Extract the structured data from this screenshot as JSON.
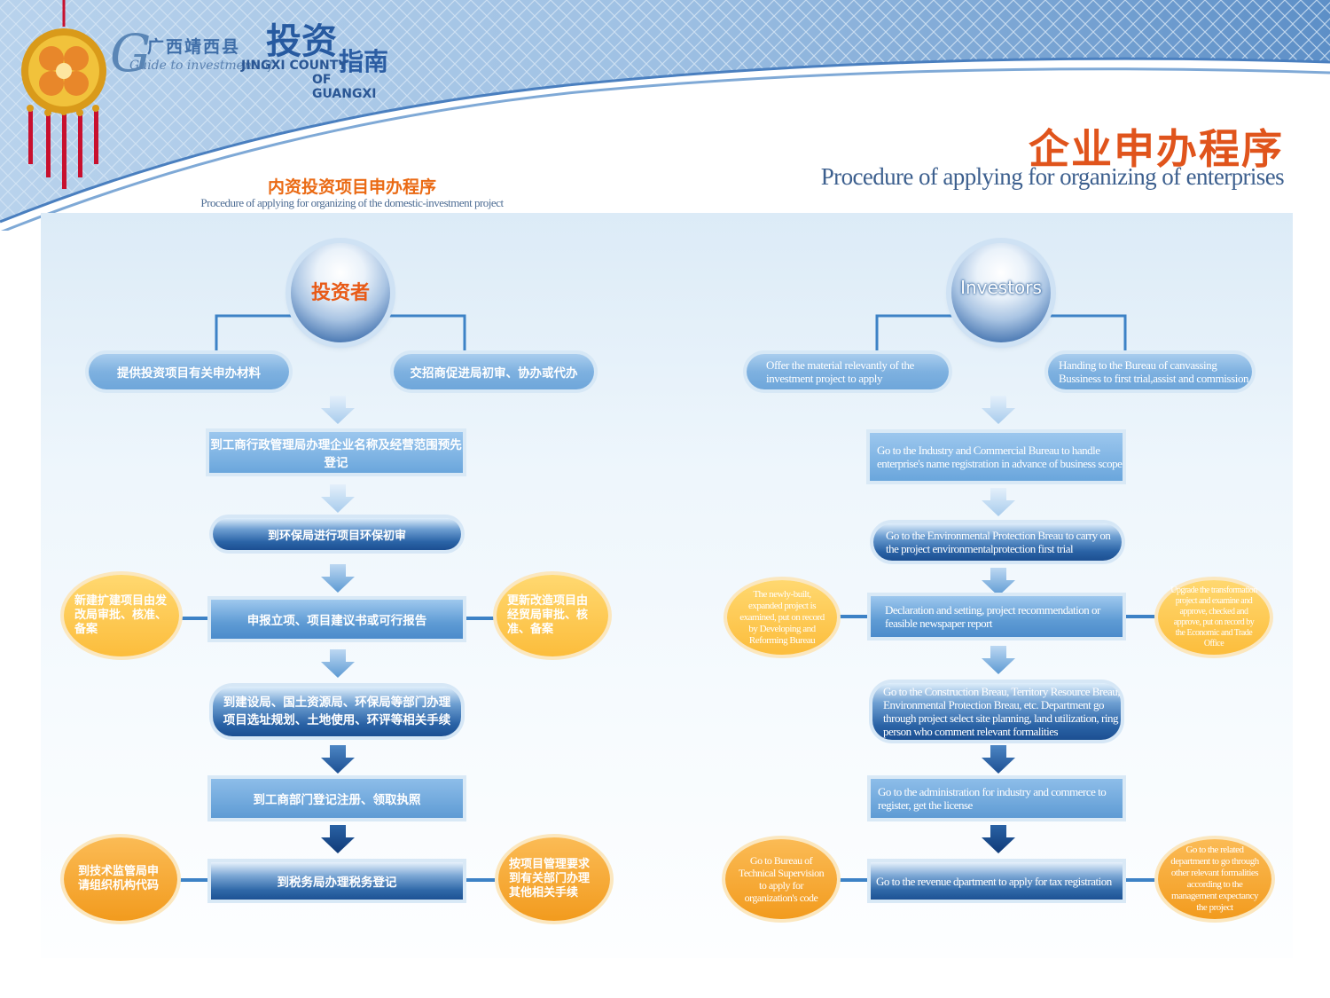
{
  "header": {
    "logo": {
      "cn_location": "广西靖西县",
      "cn_invest": "投资",
      "cn_guide": "指南",
      "en_guide": "Guide to investment of",
      "en_county": "JINGXI COUNTY",
      "en_province": "OF GUANGXI"
    },
    "title_cn": "企业申办程序",
    "title_en": "Procedure of applying for organizing of enterprises"
  },
  "left": {
    "title": "内资投资项目申办程序",
    "subtitle": "Procedure of applying for organizing of the domestic-investment project",
    "root": "投资者",
    "branch_left": "提供投资项目有关申办材料",
    "branch_right": "交招商促进局初审、协办或代办",
    "steps": [
      "到工商行政管理局办理企业名称及经营范围预先登记",
      "到环保局进行项目环保初审",
      "申报立项、项目建议书或可行报告",
      "到建设局、国土资源局、环保局等部门办理项目选址规划、土地使用、环评等相关手续",
      "到工商部门登记注册、领取执照",
      "到税务局办理税务登记"
    ],
    "side_left_1": "新建扩建项目由发改局审批、核准、备案",
    "side_right_1": "更新改造项目由经贸局审批、核准、备案",
    "side_left_2": "到技术监管局申请组织机构代码",
    "side_right_2": "按项目管理要求到有关部门办理其他相关手续"
  },
  "right": {
    "root": "Investors",
    "branch_left": "Offer the material relevantly of the investment project to apply",
    "branch_right": "Handing to the Bureau of canvassing Bussiness to first trial,assist and commission",
    "steps": [
      "Go to the Industry and Commercial Bureau to handle enterprise's name registration in advance of business scope",
      "Go to the Environmental Protection Breau to carry on the project environmentalprotection first trial",
      "Declaration and setting, project recommendation or feasible newspaper report",
      "Go to the Construction Breau, Territory Resource Breau, Environmental Protection Breau, etc. Department go through project select site planning, land utilization, ring person who comment relevant formalities",
      "Go to the administration for industry and commerce to register, get the license",
      "Go to the revenue dpartment to apply for tax registration"
    ],
    "side_left_1": "The newly-built, expanded project is examined, put on record by Developing and Reforming Bureau",
    "side_right_1": "Upgrade the transformation project and examine and approve, checked and approve, put on record by the Economic and Trade Office",
    "side_left_2": "Go to Bureau of Technical Supervision to apply for organization's code",
    "side_right_2": "Go to the related department to go through other relevant formalities according to the management expectancy the project"
  },
  "colors": {
    "title_orange": "#e0541c",
    "subtitle_blue": "#3c5f8e",
    "flow_blue": "#3d82c6",
    "dark_blue": "#1d5294",
    "oval_yellow": "#fcbd3c",
    "oval_orange": "#f29b1e"
  },
  "icons": [
    "chinese-knot-icon",
    "down-arrow-icon"
  ]
}
